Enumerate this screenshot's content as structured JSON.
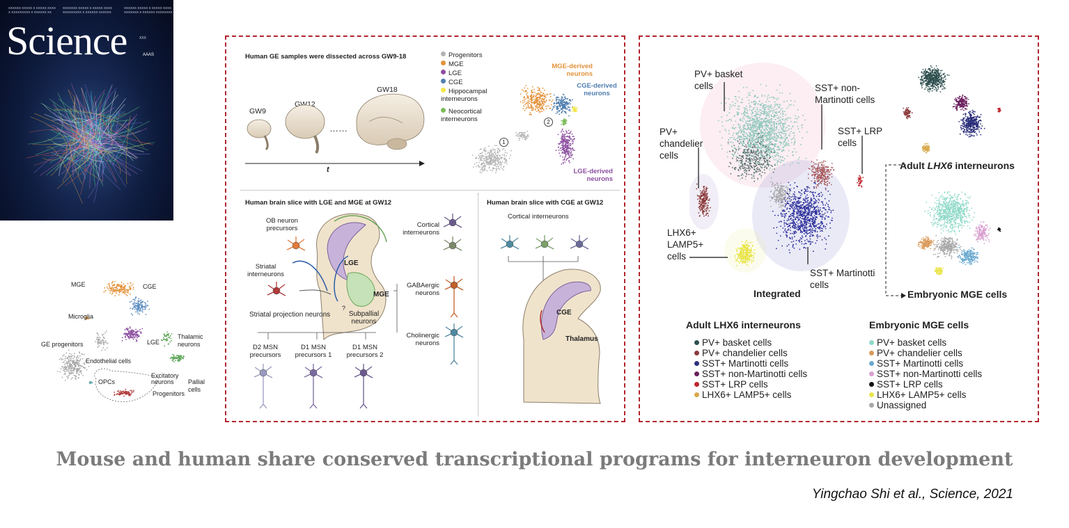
{
  "cover": {
    "journal": "Science",
    "tiny_lines": [
      "XXXXXX XXXXX X XXXXX XXXX",
      "X XXXXXXXXX X XXXXXX XX",
      "XXXXXXX XXXXX X XXXXX XXXX",
      "XXXXXXXXX X XXXXXX XXXXXX",
      "XXXXXX XXXXX X XXXXX XXXX",
      "XXXXXXX X XXXXXX XXXXXXXX"
    ],
    "issue_text": "XXX",
    "aaas": "AAAS"
  },
  "mouse_umap": {
    "labels": [
      "MGE",
      "CGE",
      "Microglia",
      "GE progenitors",
      "LGE",
      "Endothelial cells",
      "OPCs",
      "Thalamic neurons",
      "Excitatory neurons",
      "Progenitors",
      "Pallial cells"
    ]
  },
  "human_panel": {
    "top_title": "Human GE samples were dissected across GW9-18",
    "ages": [
      "GW9",
      "GW12",
      "GW18"
    ],
    "time_label": "t",
    "legend": [
      {
        "label": "Progenitors",
        "color": "#b3b3b3"
      },
      {
        "label": "MGE",
        "color": "#e3923a"
      },
      {
        "label": "LGE",
        "color": "#8c4fa0"
      },
      {
        "label": "CGE",
        "color": "#4f7eb0"
      },
      {
        "label": "Hippocampal interneurons",
        "color": "#f2e64b"
      },
      {
        "label": "Neocortical interneurons",
        "color": "#7dbb5a"
      }
    ],
    "umap_labels": {
      "mge": "MGE-derived neurons",
      "cge": "CGE-derived neurons",
      "lge": "LGE-derived neurons",
      "n1": "1",
      "n2": "2"
    },
    "slice1": {
      "title": "Human brain slice with LGE and MGE at GW12",
      "labels": [
        "OB neuron precursors",
        "Striatal interneurons",
        "Striatal projection neurons",
        "LGE",
        "MGE",
        "Subpallial neurons",
        "?",
        "Cortical interneurons",
        "GABAergic neurons",
        "Cholinergic neurons",
        "D2 MSN precursors",
        "D1 MSN precursors 1",
        "D1 MSN precursors 2"
      ]
    },
    "slice2": {
      "title": "Human brain slice with CGE at GW12",
      "labels": [
        "Cortical interneurons",
        "CGE",
        "Thalamus"
      ]
    }
  },
  "right_panel": {
    "integrated_label": "Integrated",
    "cluster_labels": [
      "PV+ basket cells",
      "SST+ non-Martinotti cells",
      "SST+ LRP cells",
      "PV+ chandelier cells",
      "LHX6+ LAMP5+ cells",
      "SST+ Martinotti cells"
    ],
    "adult_title": "Adult LHX6 interneurons",
    "adult_map_title_pre": "Adult ",
    "adult_map_title_em": "LHX6",
    "adult_map_title_post": " interneurons",
    "embryonic_title": "Embryonic MGE cells",
    "adult_legend": [
      {
        "label": "PV+ basket cells",
        "color": "#2f4f4f"
      },
      {
        "label": "PV+ chandelier cells",
        "color": "#8b3a3a"
      },
      {
        "label": "SST+ Martinotti cells",
        "color": "#2b2f7a"
      },
      {
        "label": "SST+ non-Martinotti cells",
        "color": "#6b1f5e"
      },
      {
        "label": "SST+ LRP cells",
        "color": "#c0242b"
      },
      {
        "label": "LHX6+ LAMP5+ cells",
        "color": "#d8a84a"
      }
    ],
    "embryonic_legend": [
      {
        "label": "PV+ basket cells",
        "color": "#8fd9c8"
      },
      {
        "label": "PV+ chandelier cells",
        "color": "#d99a5b"
      },
      {
        "label": "SST+ Martinotti cells",
        "color": "#6aa9d0"
      },
      {
        "label": "SST+ non-Martinotti cells",
        "color": "#d9a0d0"
      },
      {
        "label": "SST+ LRP cells",
        "color": "#111111"
      },
      {
        "label": "LHX6+ LAMP5+ cells",
        "color": "#e9e44a"
      },
      {
        "label": "Unassigned",
        "color": "#a8a8a8"
      }
    ]
  },
  "footer": {
    "title": "Mouse and human share conserved transcriptional programs for interneuron development",
    "citation": "Yingchao Shi et al., Science, 2021"
  }
}
